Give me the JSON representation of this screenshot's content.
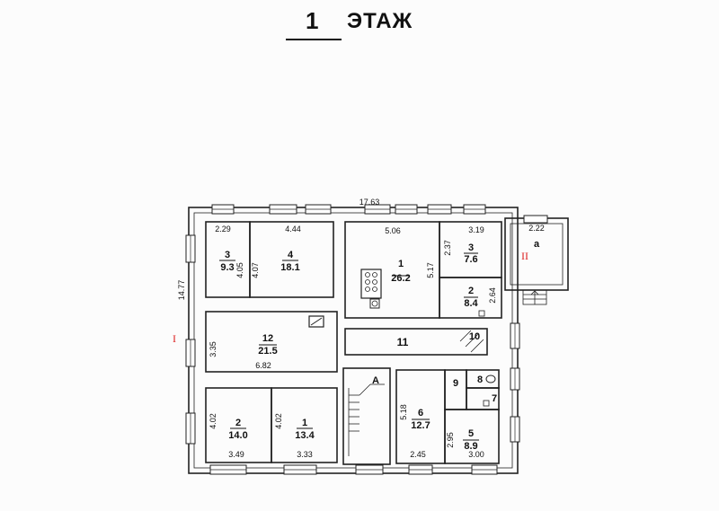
{
  "header": {
    "floor_number": "1",
    "floor_word": "ЭТАЖ"
  },
  "axes": {
    "axis_1": "I",
    "axis_2": "II"
  },
  "dimensions": {
    "total_width": "17.63",
    "total_height": "14.77",
    "d_2_29": "2.29",
    "d_4_05": "4.05",
    "d_4_44": "4.44",
    "d_4_07": "4.07",
    "d_5_06": "5.06",
    "d_5_17": "5.17",
    "d_3_19": "3.19",
    "d_2_37": "2.37",
    "d_2_64": "2.64",
    "d_2_22": "2.22",
    "d_3_35": "3.35",
    "d_6_82": "6.82",
    "d_4_02_a": "4.02",
    "d_3_49": "3.49",
    "d_4_02_b": "4.02",
    "d_3_33": "3.33",
    "d_5_18": "5.18",
    "d_2_45": "2.45",
    "d_2_95": "2.95",
    "d_3_00": "3.00"
  },
  "rooms": {
    "r3_left": {
      "number": "3",
      "area": "9.3"
    },
    "r4": {
      "number": "4",
      "area": "18.1"
    },
    "r1_top": {
      "number": "1",
      "area": "26.2"
    },
    "r3_right": {
      "number": "3",
      "area": "7.6"
    },
    "r2_right": {
      "number": "2",
      "area": "8.4"
    },
    "ra": {
      "number": "а"
    },
    "r12": {
      "number": "12",
      "area": "21.5"
    },
    "r11": {
      "number": "11"
    },
    "r10": {
      "number": "10"
    },
    "r9": {
      "number": "9"
    },
    "r8": {
      "number": "8"
    },
    "r7": {
      "number": "7"
    },
    "r2_bottom": {
      "number": "2",
      "area": "14.0"
    },
    "r1_bottom": {
      "number": "1",
      "area": "13.4"
    },
    "rA": {
      "number": "А"
    },
    "r6": {
      "number": "6",
      "area": "12.7"
    },
    "r5": {
      "number": "5",
      "area": "8.9"
    }
  }
}
